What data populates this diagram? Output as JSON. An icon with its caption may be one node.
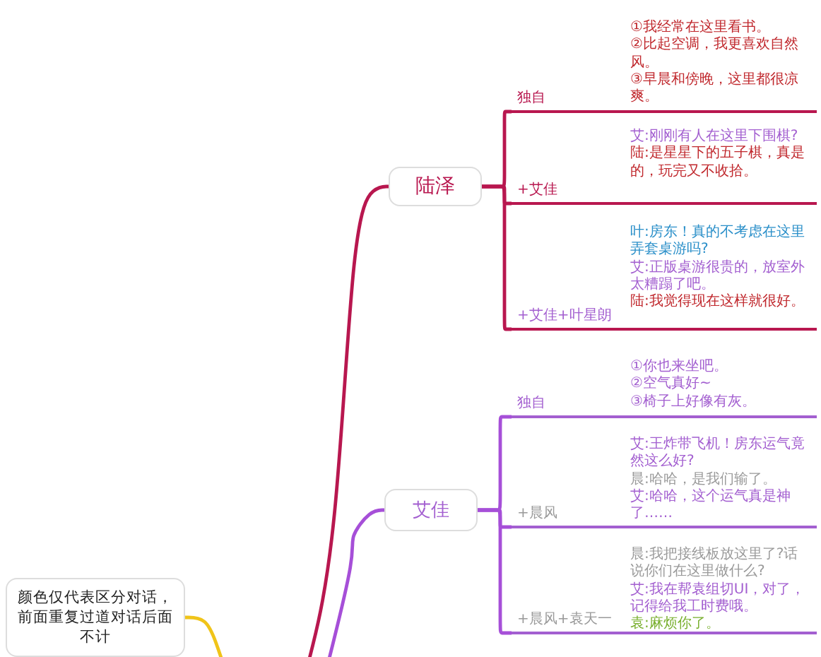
{
  "diagram": {
    "nodes": [
      {
        "text": [
          "陆泽"
        ]
      },
      {
        "text": [
          "独自",
          "①我经常在这里看书。",
          "②比起空调，我更喜欢自然风。",
          "③早晨和傍晚，这里都很凉爽。"
        ]
      },
      {
        "text": [
          "+艾佳",
          "艾:刚刚有人在这里下围棋?",
          "陆:是星星下的五子棋，真是的，玩完又不收拾。"
        ]
      },
      {
        "text": [
          "+艾佳+叶星朗",
          "叶:房东！真的不考虑在这里弄套桌游吗?",
          "艾:正版桌游很贵的，放室外太糟蹋了吧。",
          "陆:我觉得现在这样就很好。"
        ]
      },
      {
        "text": [
          "艾佳"
        ]
      },
      {
        "text": [
          "独自",
          "①你也来坐吧。",
          "②空气真好~",
          "③椅子上好像有灰。"
        ]
      },
      {
        "text": [
          "+晨风",
          "艾:王炸带飞机！房东运气竟然这么好?",
          "晨:哈哈，是我们输了。",
          "艾:哈哈，这个运气真是神了……"
        ]
      },
      {
        "text": [
          "+晨风+袁天一",
          "晨:我把接线板放这里了?话说你们在这里做什么?",
          "艾:我在帮袁组切UI，对了，记得给我工时费哦。",
          "袁:麻烦你了。"
        ]
      },
      {
        "text": [
          "颜色仅代表区分对话，前面重复过道对话后面不计"
        ]
      }
    ],
    "edges": [
      {
        "from": null,
        "to": 0,
        "arrow": "none",
        "color": "#b8174f"
      },
      {
        "from": 0,
        "to": 1,
        "arrow": "none",
        "color": "#b8174f"
      },
      {
        "from": 0,
        "to": 2,
        "arrow": "none",
        "color": "#b8174f"
      },
      {
        "from": 0,
        "to": 3,
        "arrow": "none",
        "color": "#b8174f"
      },
      {
        "from": null,
        "to": 4,
        "arrow": "none",
        "color": "#a64fd8"
      },
      {
        "from": 4,
        "to": 5,
        "arrow": "none",
        "color": "#a64fd8"
      },
      {
        "from": 4,
        "to": 6,
        "arrow": "none",
        "color": "#a64fd8"
      },
      {
        "from": 4,
        "to": 7,
        "arrow": "none",
        "color": "#a64fd8"
      },
      {
        "from": 8,
        "to": null,
        "arrow": "none",
        "color": "#f0c419"
      }
    ]
  }
}
